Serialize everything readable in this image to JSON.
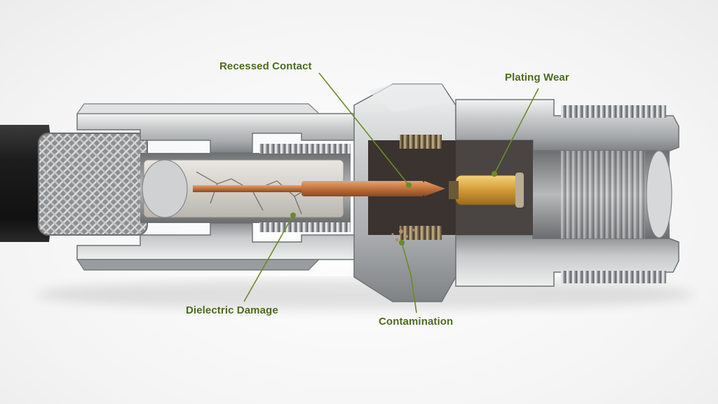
{
  "callouts": {
    "recessed_contact": "Recessed Contact",
    "plating_wear": "Plating Wear",
    "dielectric_damage": "Dielectric Damage",
    "contamination": "Contamination"
  },
  "colors": {
    "label_text": "#4f6b1f",
    "leader_line": "#6b8a2c",
    "steel_light": "#d8dadb",
    "steel_dark": "#8e9193",
    "cable_jacket": "#1c1c1c",
    "copper_pin": "#c8773f",
    "gold_plating": "#d9a441"
  }
}
